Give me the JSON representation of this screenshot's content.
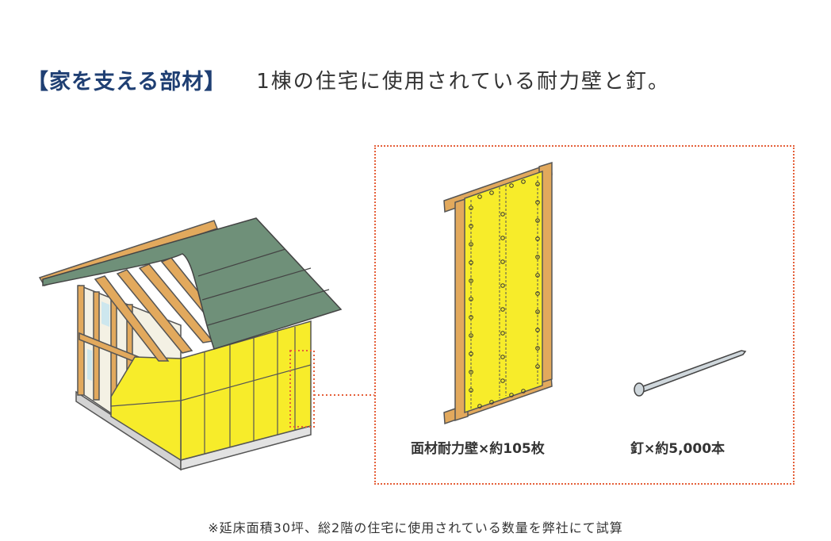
{
  "header": {
    "label": "【家を支える部材】",
    "title": "1棟の住宅に使用されている耐力壁と釘。"
  },
  "detail": {
    "panel_caption": "面材耐力壁×約105枚",
    "nail_caption": "釘×約5,000本"
  },
  "footnote": "※延床面積30坪、総2階の住宅に使用されている数量を弊社にて試算",
  "colors": {
    "title_accent": "#1f3f73",
    "highlight_dots": "#e5603a",
    "panel_yellow": "#f7ec2a",
    "lumber": "#e2a95d",
    "roof": "#6f9079"
  },
  "icons": [
    "house-illustration",
    "wall-panel-illustration",
    "nail-illustration"
  ]
}
